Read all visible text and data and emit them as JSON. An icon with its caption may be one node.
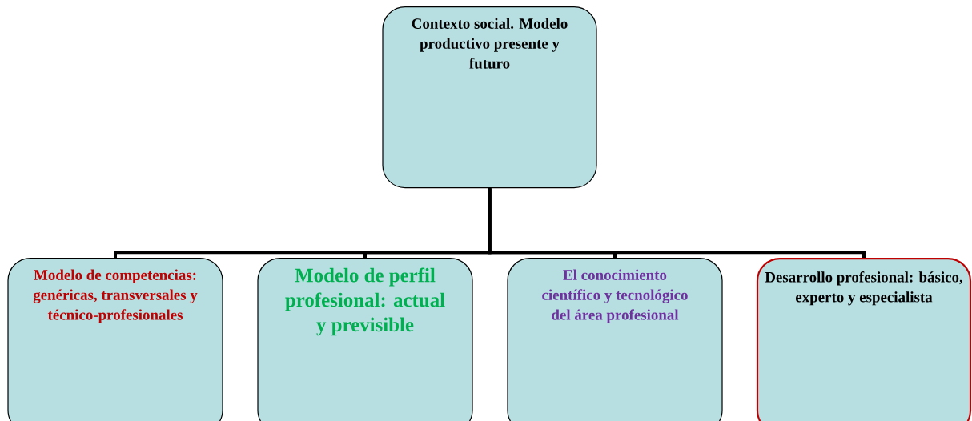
{
  "diagram": {
    "nodes": [
      {
        "text": [
          "Contexto social. Modelo productivo presente y futuro"
        ]
      },
      {
        "text": [
          "Modelo de competencias: genéricas, transversales y técnico-profesionales"
        ]
      },
      {
        "text": [
          "Modelo de perfil profesional: actual y previsible"
        ]
      },
      {
        "text": [
          "El conocimiento científico y tecnológico del área profesional"
        ]
      },
      {
        "text": [
          "Desarrollo profesional: básico, experto y especialista"
        ]
      }
    ],
    "edges": [
      {
        "from": 0,
        "to": 1,
        "arrow": "none"
      },
      {
        "from": 0,
        "to": 2,
        "arrow": "none"
      },
      {
        "from": 0,
        "to": 3,
        "arrow": "none"
      },
      {
        "from": 0,
        "to": 4,
        "arrow": "none"
      }
    ]
  }
}
